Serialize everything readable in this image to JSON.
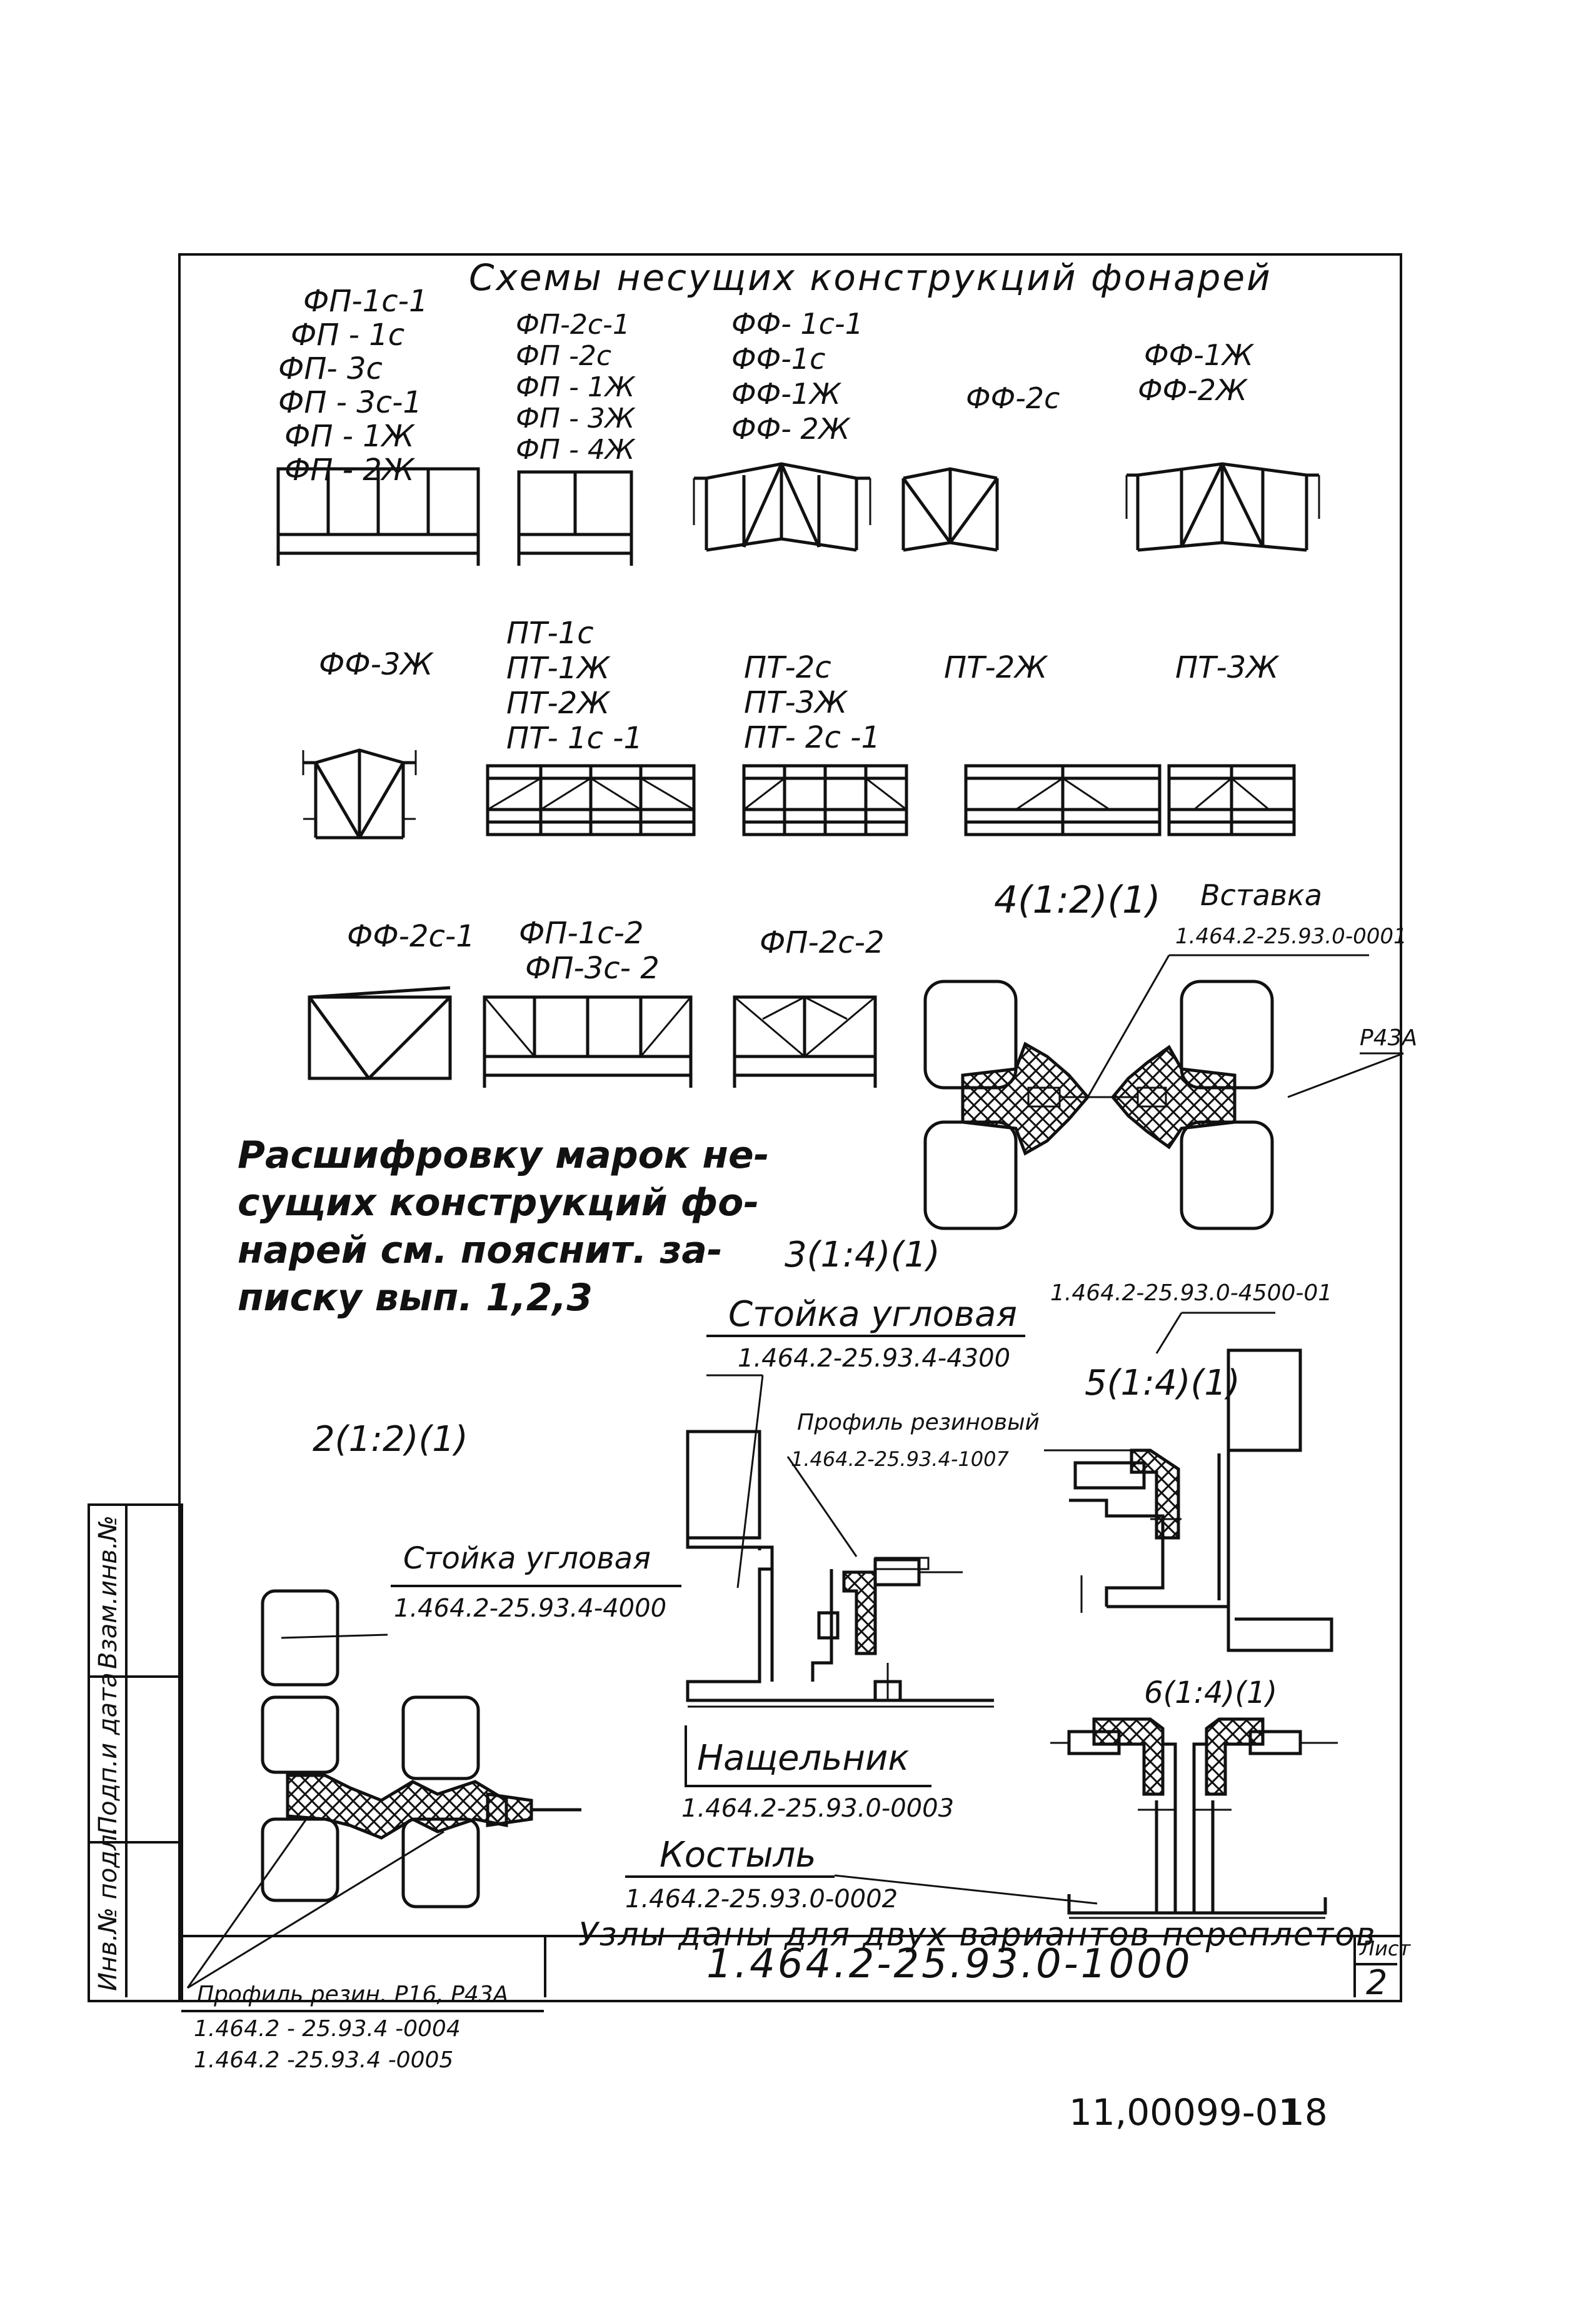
{
  "title": "Схемы несущих конструкций фонарей",
  "row1": {
    "g1": [
      "ФП-1с-1",
      "ФП - 1с",
      "ФП- 3с",
      "ФП - 3с-1",
      "ФП - 1Ж",
      "ФП - 2Ж"
    ],
    "g2": [
      "ФП-2с-1",
      "ФП -2с",
      "ФП - 1Ж",
      "ФП - 3Ж",
      "ФП - 4Ж"
    ],
    "g3": [
      "ФФ- 1с-1",
      "ФФ-1с",
      "ФФ-1Ж",
      "ФФ- 2Ж"
    ],
    "g4": [
      "ФФ-2с"
    ],
    "g5": [
      "ФФ-1Ж",
      "ФФ-2Ж"
    ]
  },
  "row2": {
    "g1": [
      "ФФ-3Ж"
    ],
    "g2": [
      "ПТ-1с",
      "ПТ-1Ж",
      "ПТ-2Ж",
      "ПТ- 1с -1"
    ],
    "g3": [
      "ПТ-2с",
      "ПТ-3Ж",
      "ПТ- 2с -1"
    ],
    "g4": [
      "ПТ-2Ж"
    ],
    "g5": [
      "ПТ-3Ж"
    ]
  },
  "row3": {
    "g1": [
      "ФФ-2с-1"
    ],
    "g2": [
      "ФП-1с-2",
      "ФП-3с- 2"
    ],
    "g3": [
      "ФП-2с-2"
    ]
  },
  "node4": {
    "label": "4(1:2)(1)",
    "insert_title": "Вставка",
    "insert_code": "1.464.2-25.93.0-0001",
    "profile": "Р43А"
  },
  "note": [
    "Расшифровку марок не-",
    "сущих конструкций фо-",
    "нарей см. пояснит. за-",
    "писку вып. 1,2,3"
  ],
  "node3": {
    "label": "3(1:4)(1)",
    "corner_title": "Стойка угловая",
    "corner_code": "1.464.2-25.93.4-4300",
    "rubber_title": "Профиль резиновый",
    "rubber_code": "1.464.2-25.93.4-1007"
  },
  "node5": {
    "label": "5(1:4)(1)",
    "code": "1.464.2-25.93.0-4500-01"
  },
  "node2": {
    "label": "2(1:2)(1)",
    "corner_title": "Стойка угловая",
    "corner_code": "1.464.2-25.93.4-4000"
  },
  "node6": {
    "label": "6(1:4)(1)"
  },
  "flashing": {
    "title": "Нащельник",
    "code": "1.464.2-25.93.0-0003"
  },
  "crutch": {
    "title": "Костыль",
    "code": "1.464.2-25.93.0-0002"
  },
  "variants_note": "Узлы даны для двух вариантов переплетов",
  "profile_rubber": {
    "title": "Профиль резин. Р16, Р43А",
    "code1": "1.464.2 - 25.93.4 -0004",
    "code2": "1.464.2 -25.93.4 -0005"
  },
  "stamp": {
    "doc_code": "1.464.2-25.93.0-1000",
    "sheet_label": "Лист",
    "sheet_no": "2"
  },
  "side_labels": [
    "Взам.инв.№",
    "Подп.и дата",
    "Инв.№ подл."
  ],
  "footer": {
    "code": "11,00099-01",
    "page": "18"
  }
}
